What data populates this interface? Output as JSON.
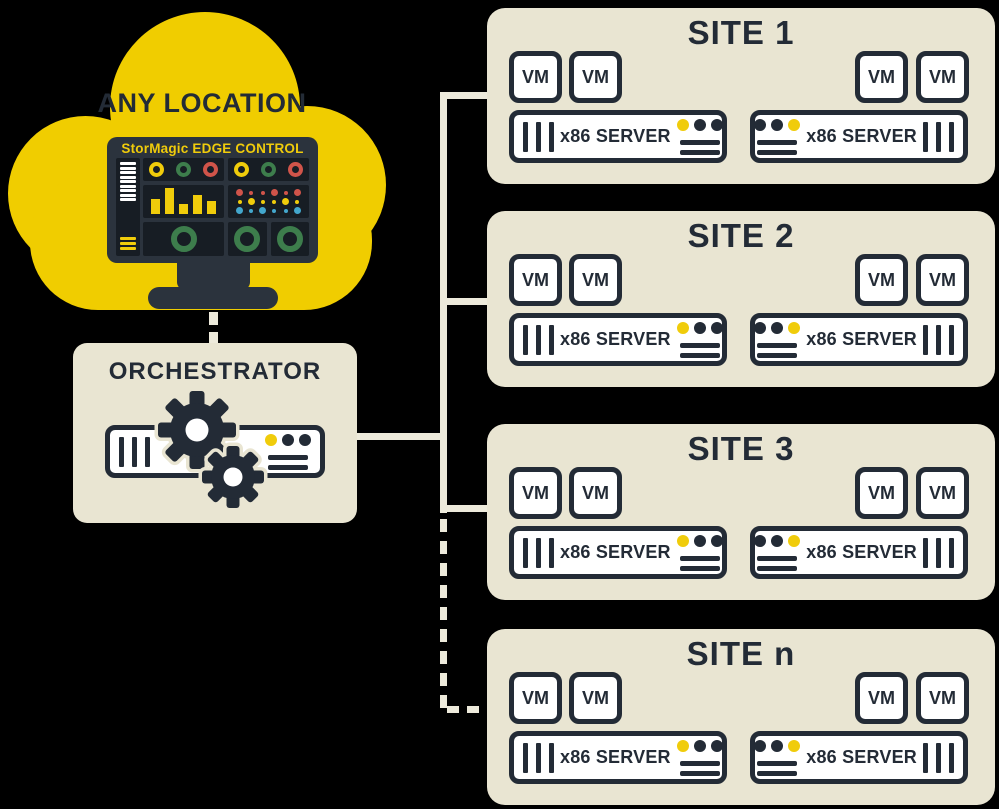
{
  "cloud": {
    "label": "ANY LOCATION"
  },
  "monitor": {
    "title": "StorMagic EDGE CONTROL",
    "status_lights": [
      "yellow",
      "green",
      "red"
    ],
    "bar_heights": [
      15,
      26,
      10,
      19,
      13
    ],
    "dot_rows": [
      {
        "color": "red",
        "sizes": [
          "lg",
          "sm",
          "sm",
          "lg",
          "sm",
          "lg"
        ]
      },
      {
        "color": "yellow",
        "sizes": [
          "sm",
          "lg",
          "sm",
          "sm",
          "lg",
          "sm"
        ]
      },
      {
        "color": "blue",
        "sizes": [
          "lg",
          "sm",
          "lg",
          "sm",
          "sm",
          "lg"
        ]
      }
    ],
    "sidebar": {
      "white_lines": 9,
      "yellow_lines": 3
    },
    "gauge_count": 3
  },
  "orchestrator": {
    "title": "ORCHESTRATOR"
  },
  "labels": {
    "vm": "VM",
    "server": "x86 SERVER"
  },
  "sites": [
    {
      "title": "SITE 1"
    },
    {
      "title": "SITE 2"
    },
    {
      "title": "SITE 3"
    },
    {
      "title": "SITE n"
    }
  ],
  "colors": {
    "cloud_yellow": "#F0CD00",
    "dark_navy": "#232B36",
    "beige_panel": "#E9E5D2",
    "connector_beige": "#EDEADB",
    "accent_yellow": "#F0CC0B",
    "status_green": "#3D7D4C",
    "status_red": "#D0544A",
    "status_blue": "#43A7CD",
    "monitor_frame": "#2B333D",
    "screen_dark": "#171D24",
    "white": "#FFFFFF"
  }
}
